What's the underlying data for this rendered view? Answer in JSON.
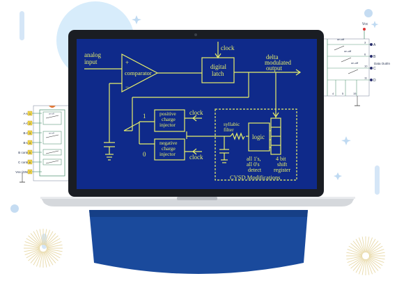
{
  "laptop": {
    "diagram": {
      "analog_input": [
        "analog",
        "input"
      ],
      "comparator": "comparator",
      "plus": "+",
      "minus": "−",
      "clock_top": "clock",
      "digital_latch": [
        "digital",
        "latch"
      ],
      "delta_output": [
        "delta",
        "modulated",
        "output"
      ],
      "pos_injector": [
        "positive",
        "charge",
        "injector"
      ],
      "neg_injector": [
        "negative",
        "charge",
        "injector"
      ],
      "clock_pos": "clock",
      "clock_neg": "clock",
      "one": "1",
      "zero": "0",
      "syllabic_filter": [
        "syllabic",
        "filter"
      ],
      "logic": "logic",
      "detect": [
        "all 1's,",
        "all 0's",
        "detect"
      ],
      "shift_register": [
        "4 bit",
        "shift",
        "register"
      ],
      "cvsd": "CVSD Modifications"
    }
  },
  "left_schematic": {
    "pins": [
      {
        "label": "A-I/O",
        "num": "1"
      },
      {
        "label": "A-O/I",
        "num": "2"
      },
      {
        "label": "B-O/I",
        "num": "3"
      },
      {
        "label": "B-I/O",
        "num": "4"
      },
      {
        "label": "B control",
        "num": "5"
      },
      {
        "label": "C control",
        "num": "6"
      },
      {
        "label": "Vss (GND)",
        "num": "7"
      }
    ],
    "switch_label": "on-off"
  },
  "right_schematic": {
    "vcc": "Vcc",
    "switches": [
      "on-off",
      "on-off",
      "on-off"
    ],
    "outputs": [
      "A",
      "B",
      "C",
      "D"
    ],
    "data_label": "Data Out/In",
    "bottom_pins": [
      "4",
      "5",
      "15"
    ],
    "pin_numbers": [
      "3",
      "6",
      "10",
      "11"
    ]
  },
  "colors": {
    "screen_bg": "#0f2a8a",
    "screen_text": "#e8f06a",
    "pedestal": "#1a4a9c",
    "accent_light_blue": "#cfe6fa",
    "burst": "#e8d9a8"
  }
}
